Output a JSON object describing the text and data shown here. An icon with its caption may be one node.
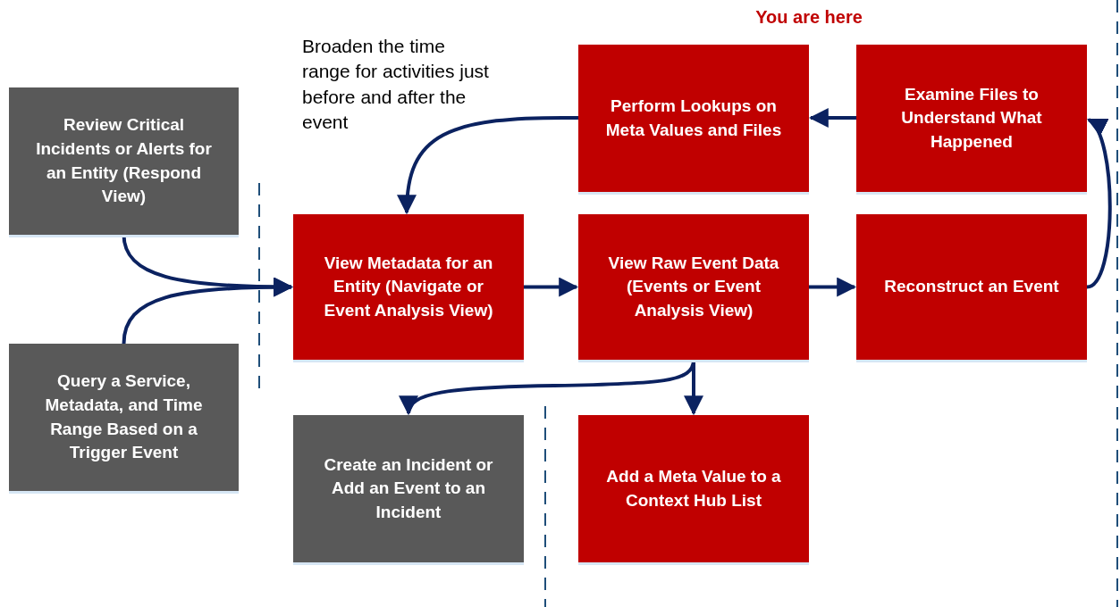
{
  "diagram": {
    "nodes": [
      {
        "text": [
          "Review Critical Incidents or Alerts for an Entity (Respond View)"
        ]
      },
      {
        "text": [
          "Query a Service, Metadata, and Time Range Based on a Trigger Event"
        ]
      },
      {
        "text": [
          "View Metadata for an Entity (Navigate or Event Analysis View)"
        ]
      },
      {
        "text": [
          "Perform Lookups on Meta Values and Files"
        ]
      },
      {
        "text": [
          "Examine Files to Understand What Happened"
        ]
      },
      {
        "text": [
          "View Raw Event Data (Events or Event Analysis View)"
        ]
      },
      {
        "text": [
          "Reconstruct an Event"
        ]
      },
      {
        "text": [
          "Create an Incident or Add an Event to an Incident"
        ]
      },
      {
        "text": [
          "Add a Meta Value to a Context Hub List"
        ]
      }
    ],
    "edges": [
      {
        "from": 0,
        "to": 2,
        "arrow": "to"
      },
      {
        "from": 1,
        "to": 2,
        "arrow": "to"
      },
      {
        "from": 2,
        "to": 5,
        "arrow": "to"
      },
      {
        "from": 5,
        "to": 6,
        "arrow": "to"
      },
      {
        "from": 6,
        "to": 4,
        "arrow": "to"
      },
      {
        "from": 4,
        "to": 3,
        "arrow": "to"
      },
      {
        "from": 3,
        "to": 2,
        "arrow": "to"
      },
      {
        "from": 5,
        "to": 7,
        "arrow": "to"
      },
      {
        "from": 5,
        "to": 8,
        "arrow": "to"
      }
    ],
    "labels": [
      "You are here",
      "Broaden the time range for activities just before and after the event"
    ]
  }
}
